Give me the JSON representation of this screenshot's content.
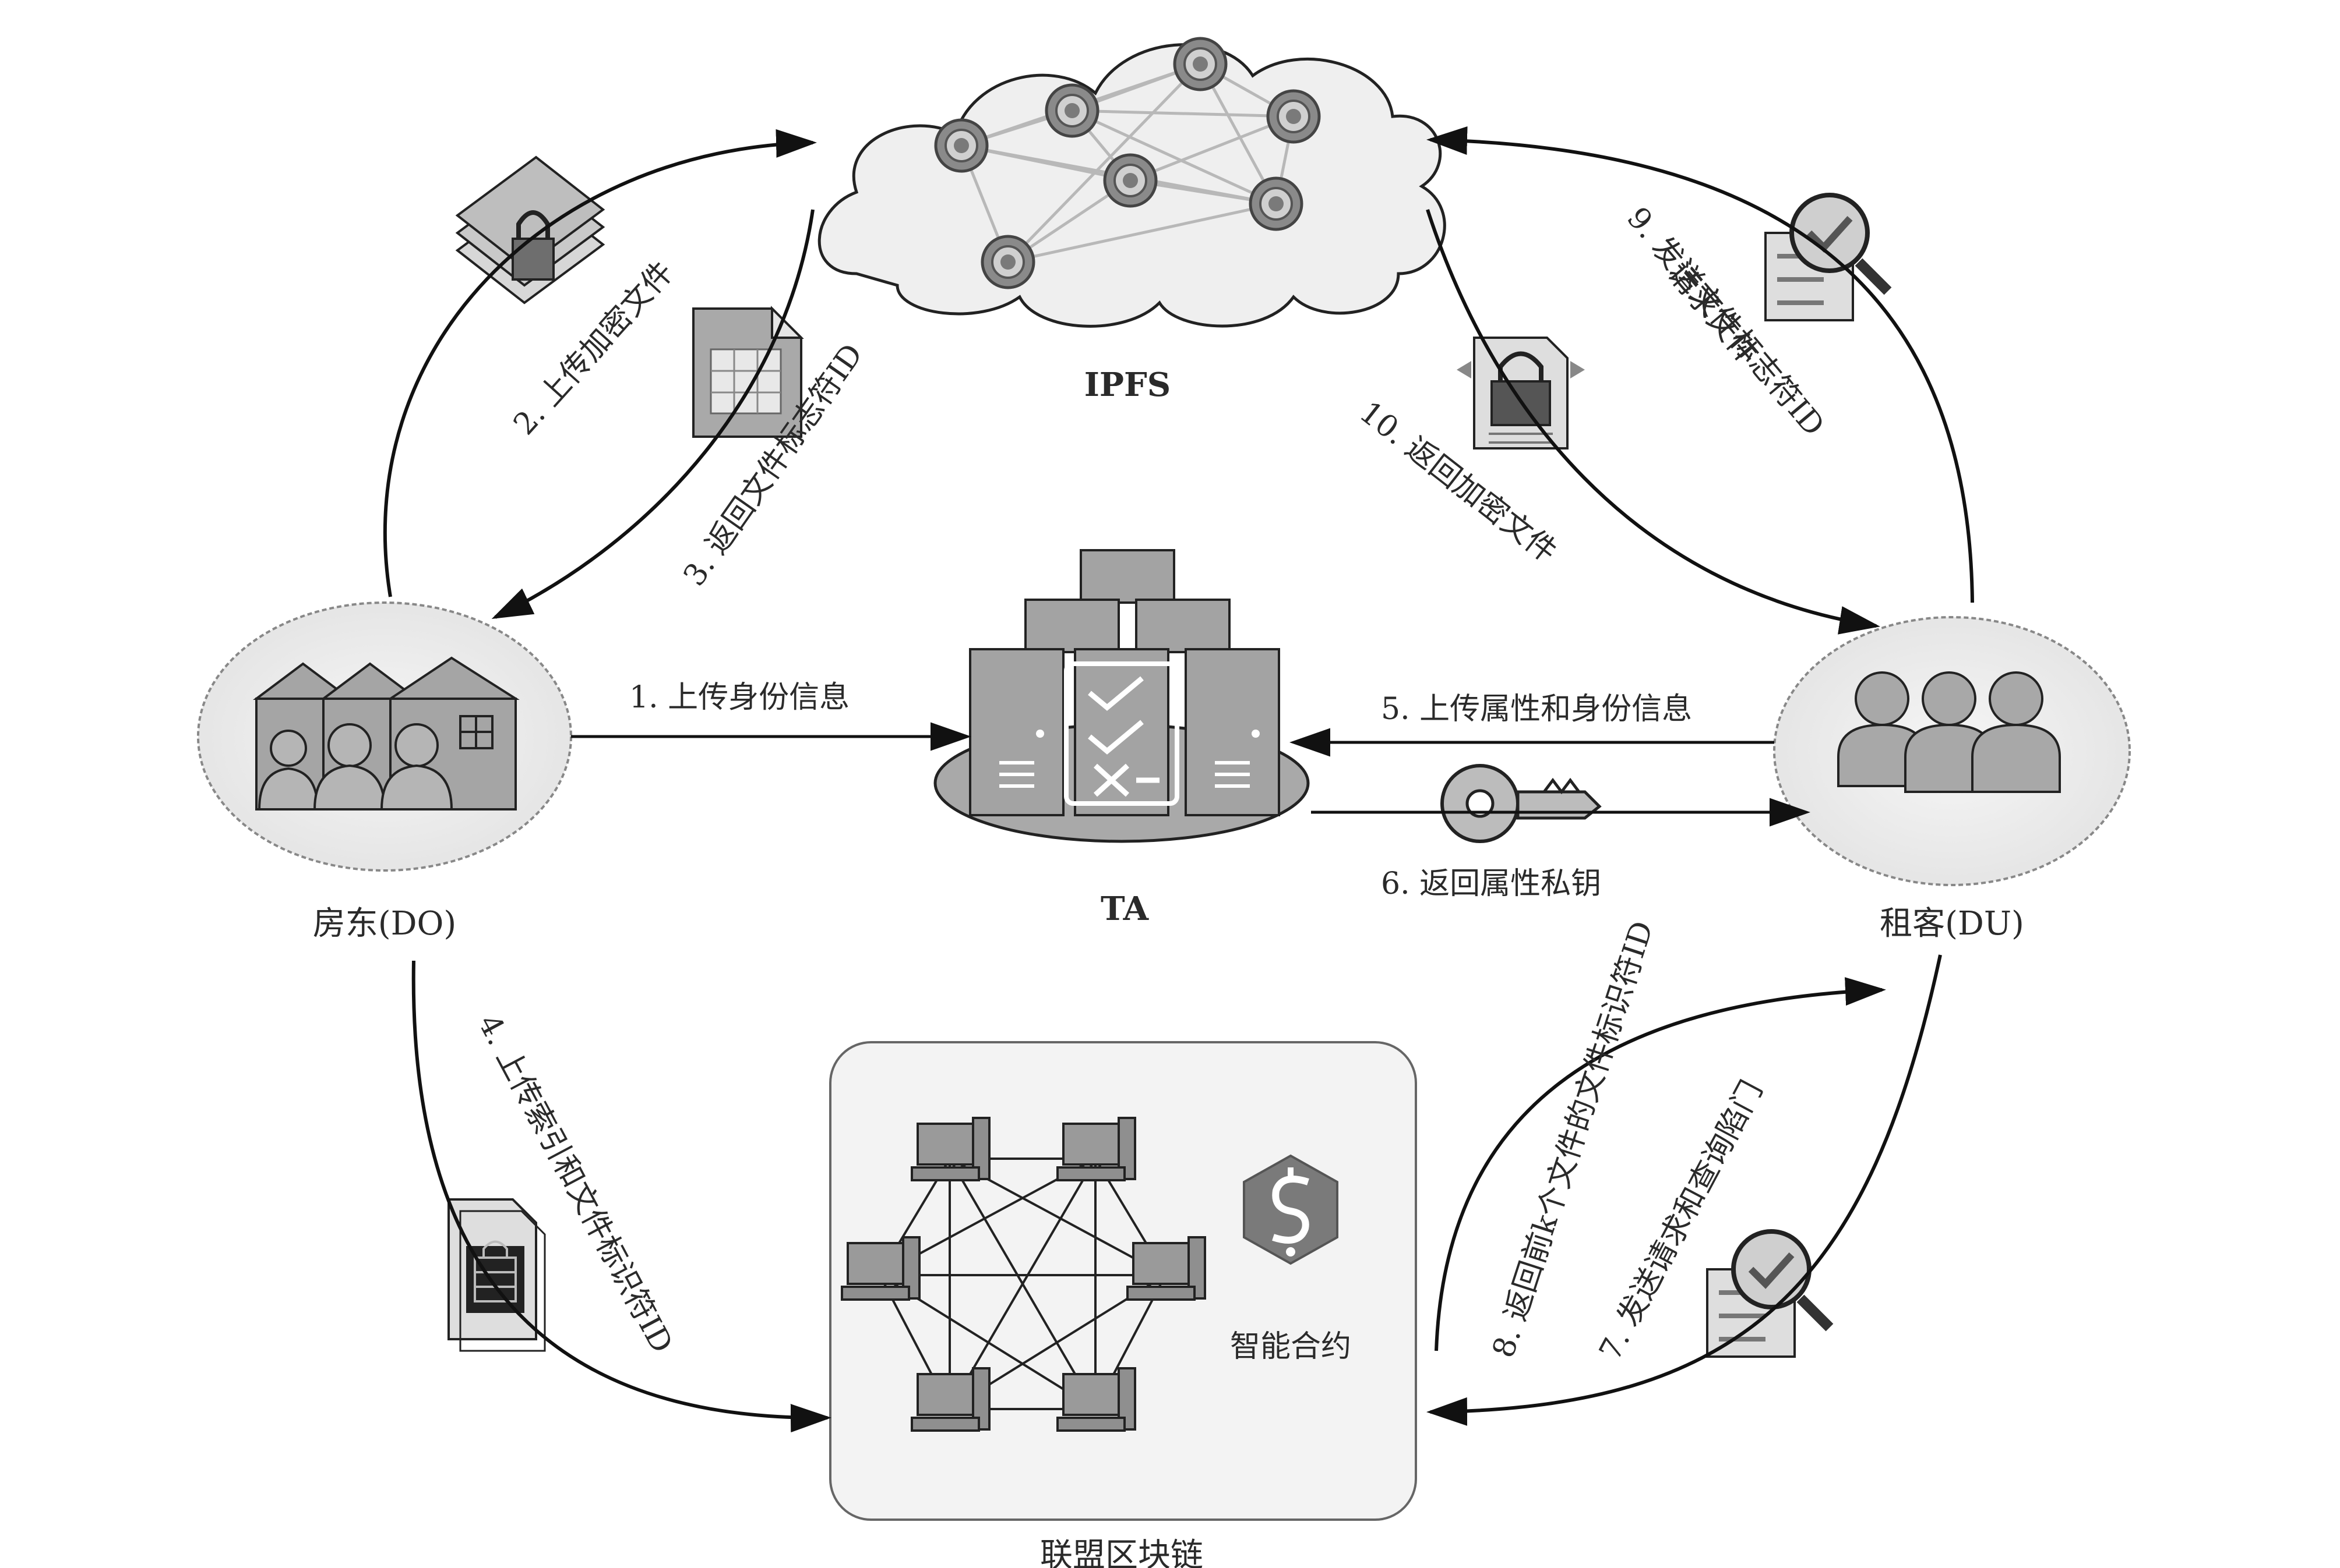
{
  "nodes": {
    "ipfs": "IPFS",
    "ta": "TA",
    "do": "房东(DO)",
    "du": "租客(DU)",
    "blockchain": "联盟区块链",
    "smart_contract": "智能合约"
  },
  "steps": {
    "s1": "1. 上传身份信息",
    "s2": "2. 上传加密文件",
    "s3": "3. 返回文件标志符ID",
    "s4": "4. 上传索引和文件标识符ID",
    "s5": "5. 上传属性和身份信息",
    "s6": "6. 返回属性私钥",
    "s7": "7. 发送请求和查询陷门",
    "s8": "8. 返回前k个文件的文件标识符ID",
    "s9a": "9. 发送文件标志符ID",
    "s9b": "请求文件",
    "s10": "10. 返回加密文件"
  }
}
